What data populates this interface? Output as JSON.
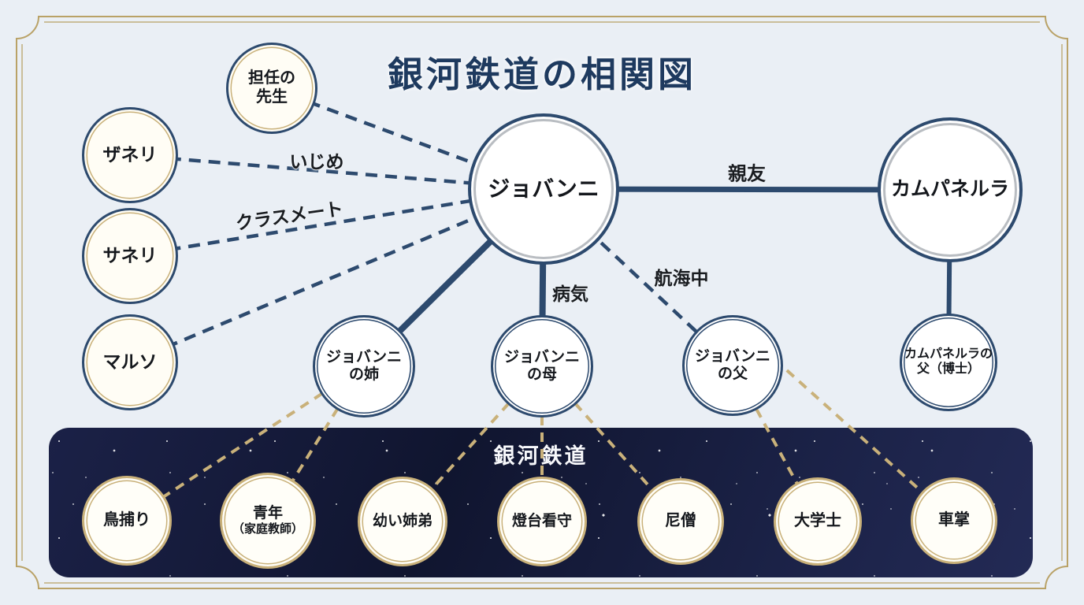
{
  "title": "銀河鉄道の相関図",
  "nodes": {
    "teacher": {
      "line1": "担任の",
      "line2": "先生"
    },
    "zanelli": {
      "label": "ザネリ"
    },
    "saneri": {
      "label": "サネリ"
    },
    "maruso": {
      "label": "マルソ"
    },
    "giovanni": {
      "label": "ジョバンニ"
    },
    "campanella": {
      "label": "カムパネルラ"
    },
    "giovanni_sister": {
      "line1": "ジョバンニ",
      "line2": "の姉"
    },
    "giovanni_mother": {
      "line1": "ジョバンニ",
      "line2": "の母"
    },
    "giovanni_father": {
      "line1": "ジョバンニ",
      "line2": "の父"
    },
    "campanella_father": {
      "line1": "カムパネルラの",
      "line2": "父（博士）"
    }
  },
  "edge_labels": {
    "bullying": "いじめ",
    "classmate": "クラスメート",
    "best_friend": "親友",
    "illness": "病気",
    "voyage": "航海中"
  },
  "band": {
    "title": "銀河鉄道",
    "members": {
      "bird_catcher": {
        "label": "鳥捕り"
      },
      "youth_tutor": {
        "line1": "青年",
        "line2": "（家庭教師）"
      },
      "young_siblings": {
        "label": "幼い姉弟"
      },
      "lighthouse_keeper": {
        "label": "燈台看守"
      },
      "nun": {
        "label": "尼僧"
      },
      "scholar": {
        "label": "大学士"
      },
      "conductor": {
        "label": "車掌"
      }
    }
  },
  "connections": [
    {
      "from": "担任の先生",
      "to": "ジョバンニ",
      "style": "navy-dashed",
      "label": ""
    },
    {
      "from": "ザネリ",
      "to": "ジョバンニ",
      "style": "navy-dashed",
      "label": "いじめ"
    },
    {
      "from": "サネリ",
      "to": "ジョバンニ",
      "style": "navy-dashed",
      "label": "クラスメート"
    },
    {
      "from": "マルソ",
      "to": "ジョバンニ",
      "style": "navy-dashed",
      "label": ""
    },
    {
      "from": "ジョバンニ",
      "to": "カムパネルラ",
      "style": "navy-solid",
      "label": "親友"
    },
    {
      "from": "ジョバンニ",
      "to": "ジョバンニの姉",
      "style": "navy-solid",
      "label": ""
    },
    {
      "from": "ジョバンニ",
      "to": "ジョバンニの母",
      "style": "navy-solid",
      "label": "病気"
    },
    {
      "from": "ジョバンニ",
      "to": "ジョバンニの父",
      "style": "navy-dashed",
      "label": "航海中"
    },
    {
      "from": "カムパネルラ",
      "to": "カムパネルラの父（博士）",
      "style": "navy-solid",
      "label": ""
    },
    {
      "from": "ジョバンニの姉",
      "to": "鳥捕り",
      "style": "gold-dashed",
      "label": ""
    },
    {
      "from": "ジョバンニの姉",
      "to": "青年（家庭教師）",
      "style": "gold-dashed",
      "label": ""
    },
    {
      "from": "ジョバンニの母",
      "to": "幼い姉弟",
      "style": "gold-dashed",
      "label": ""
    },
    {
      "from": "ジョバンニの母",
      "to": "燈台看守",
      "style": "gold-dashed",
      "label": ""
    },
    {
      "from": "ジョバンニの母",
      "to": "尼僧",
      "style": "gold-dashed",
      "label": ""
    },
    {
      "from": "ジョバンニの父",
      "to": "大学士",
      "style": "gold-dashed",
      "label": ""
    },
    {
      "from": "ジョバンニの父",
      "to": "車掌",
      "style": "gold-dashed",
      "label": ""
    }
  ],
  "colors": {
    "page_bg": "#eaeff5",
    "navy": "#2d4a6e",
    "title_navy": "#1e3a5f",
    "gold": "#c9b17a",
    "band_bg": "#141a39",
    "band_title": "#f7f8fb"
  }
}
